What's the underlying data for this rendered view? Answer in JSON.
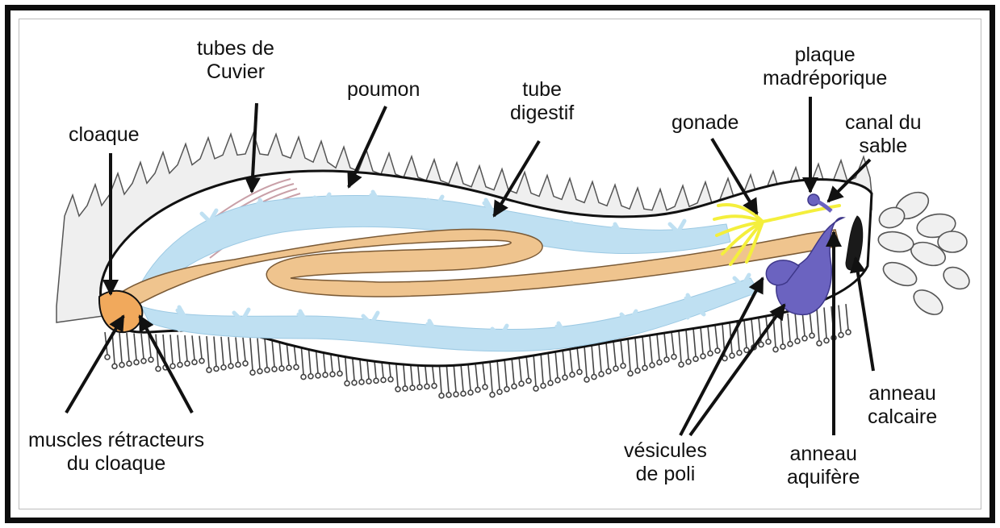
{
  "colors": {
    "frame": "#0d0d0d",
    "body_outline": "#111111",
    "lung": "#bfe0f2",
    "digestive_tube": "#efc48e",
    "gonad": "#f4ef3c",
    "water_vascular": "#6b63c0",
    "calcareous_ring": "#1a1a1a",
    "cloaca": "#f1a95c",
    "cuvier_tubes": "#c9a0a8",
    "skin_texture": "#7a7a7a"
  },
  "labels": {
    "cuvier": [
      "tubes de",
      "Cuvier"
    ],
    "poumon": [
      "poumon"
    ],
    "tube_digestif": [
      "tube",
      "digestif"
    ],
    "cloaque": [
      "cloaque"
    ],
    "gonade": [
      "gonade"
    ],
    "plaque": [
      "plaque",
      "madréporique"
    ],
    "canal": [
      "canal du",
      "sable"
    ],
    "muscles": [
      "muscles rétracteurs",
      "du cloaque"
    ],
    "vesicules": [
      "vésicules",
      "de poli"
    ],
    "anneau_aquifere": [
      "anneau",
      "aquifère"
    ],
    "anneau_calcaire": [
      "anneau",
      "calcaire"
    ]
  }
}
